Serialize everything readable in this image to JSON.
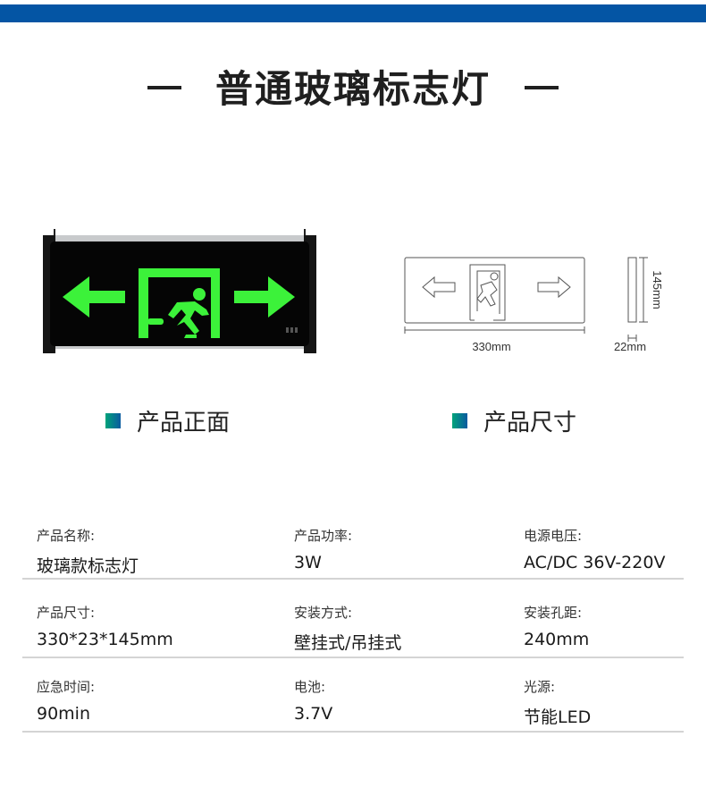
{
  "header": {
    "title": "普通玻璃标志灯",
    "accent_color": "#0455a4"
  },
  "sections": [
    {
      "label": "产品正面"
    },
    {
      "label": "产品尺寸"
    }
  ],
  "drawing": {
    "width_label": "330mm",
    "depth_label": "22mm",
    "height_label": "145mm"
  },
  "specs": [
    {
      "label": "产品名称:",
      "value": "玻璃款标志灯"
    },
    {
      "label": "产品功率:",
      "value": "3W"
    },
    {
      "label": "电源电压:",
      "value": "AC/DC 36V-220V"
    },
    {
      "label": "产品尺寸:",
      "value": "330*23*145mm"
    },
    {
      "label": "安装方式:",
      "value": "壁挂式/吊挂式"
    },
    {
      "label": "安装孔距:",
      "value": "240mm"
    },
    {
      "label": "应急时间:",
      "value": "90min"
    },
    {
      "label": "电池:",
      "value": "3.7V"
    },
    {
      "label": "光源:",
      "value": "节能LED"
    }
  ],
  "sign_color": "#3cf23a"
}
